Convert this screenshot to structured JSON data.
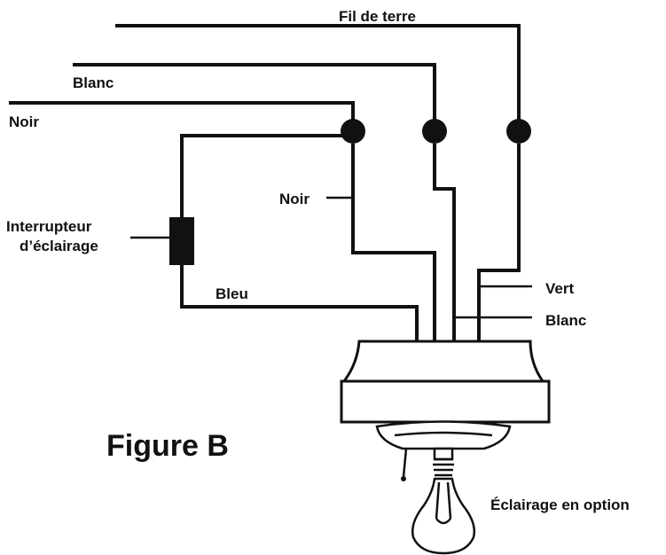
{
  "labels": {
    "ground": "Fil de terre",
    "white_top": "Blanc",
    "black_top": "Noir",
    "black_mid": "Noir",
    "switch_line1": "Interrupteur",
    "switch_line2": "d’éclairage",
    "blue": "Bleu",
    "green": "Vert",
    "white_fixture": "Blanc",
    "figure_title": "Figure B",
    "light_kit": "Éclairage en option"
  }
}
